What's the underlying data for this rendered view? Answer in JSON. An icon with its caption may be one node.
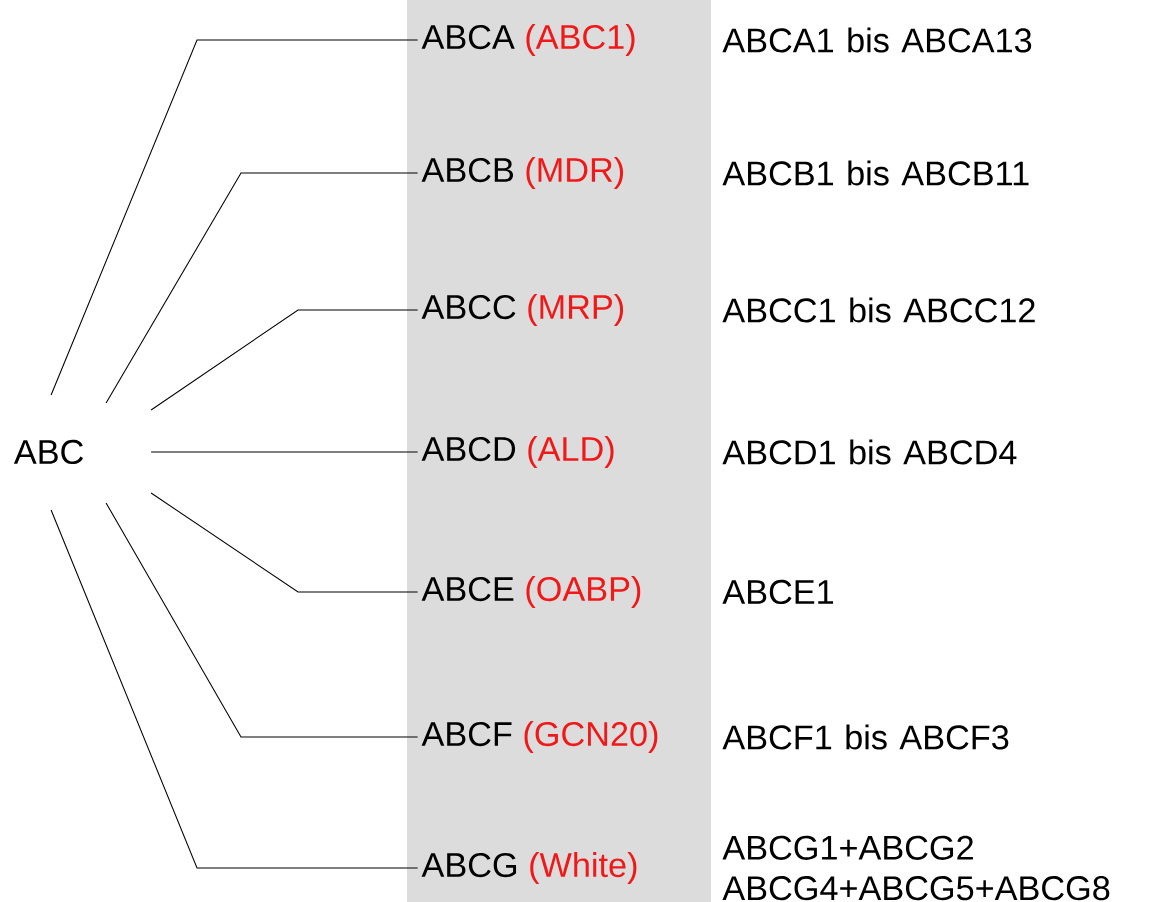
{
  "diagram": {
    "nodes": [
      {
        "text": [
          "ABC"
        ]
      },
      {
        "text": [],
        "shape": "bar"
      },
      {
        "text": [
          "ABCA",
          "(ABC1)"
        ],
        "in": 1,
        "beside": [
          "ABCA1 bis ABCA13"
        ]
      },
      {
        "text": [
          "ABCB",
          "(MDR)"
        ],
        "in": 1,
        "beside": [
          "ABCB1 bis ABCB11"
        ]
      },
      {
        "text": [
          "ABCC",
          "(MRP)"
        ],
        "in": 1,
        "beside": [
          "ABCC1 bis ABCC12"
        ]
      },
      {
        "text": [
          "ABCD",
          "(ALD)"
        ],
        "in": 1,
        "beside": [
          "ABCD1 bis ABCD4"
        ]
      },
      {
        "text": [
          "ABCE",
          "(OABP)"
        ],
        "in": 1,
        "beside": [
          "ABCE1"
        ]
      },
      {
        "text": [
          "ABCF",
          "(GCN20)"
        ],
        "in": 1,
        "beside": [
          "ABCF1 bis ABCF3"
        ]
      },
      {
        "text": [
          "ABCG",
          "(White)"
        ],
        "in": 1,
        "beside": [
          "ABCG1+ABCG2 ABCG4+ABCG5+ABCG8"
        ]
      }
    ],
    "edges": [
      {
        "from": 0,
        "to": 2,
        "arrow": "none"
      },
      {
        "from": 0,
        "to": 3,
        "arrow": "none"
      },
      {
        "from": 0,
        "to": 4,
        "arrow": "none"
      },
      {
        "from": 0,
        "to": 5,
        "arrow": "none"
      },
      {
        "from": 0,
        "to": 6,
        "arrow": "none"
      },
      {
        "from": 0,
        "to": 7,
        "arrow": "none"
      },
      {
        "from": 0,
        "to": 8,
        "arrow": "none"
      }
    ]
  }
}
